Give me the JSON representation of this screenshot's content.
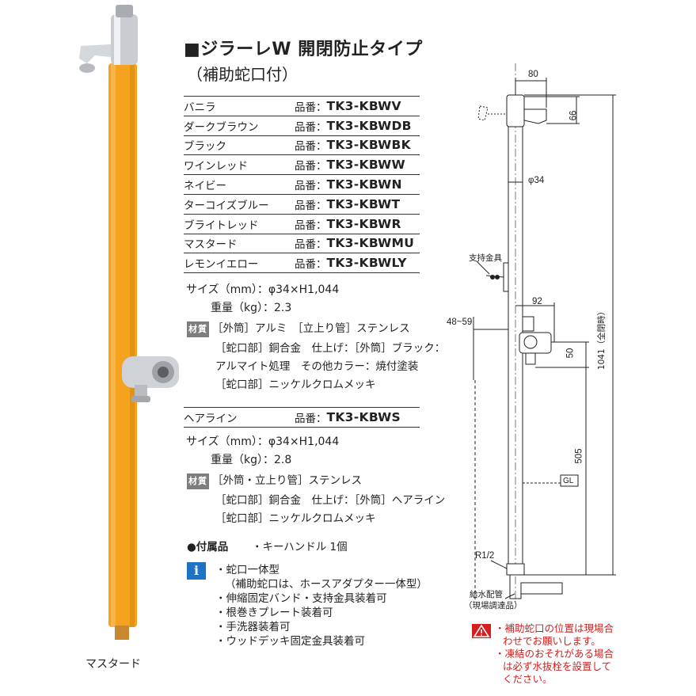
{
  "header": {
    "title": "■ジラーレW 開閉防止タイプ",
    "subtitle": "（補助蛇口付）"
  },
  "product_photo": {
    "caption": "マスタード",
    "pipe_color": "#f5a21e",
    "metal_color": "#c9ccd1"
  },
  "colors_table": {
    "code_label": "品番：",
    "rows": [
      {
        "name": "バニラ",
        "code": "TK3-KBWV"
      },
      {
        "name": "ダークブラウン",
        "code": "TK3-KBWDB"
      },
      {
        "name": "ブラック",
        "code": "TK3-KBWBK"
      },
      {
        "name": "ワインレッド",
        "code": "TK3-KBWW"
      },
      {
        "name": "ネイビー",
        "code": "TK3-KBWN"
      },
      {
        "name": "ターコイズブルー",
        "code": "TK3-KBWT"
      },
      {
        "name": "ブライトレッド",
        "code": "TK3-KBWR"
      },
      {
        "name": "マスタード",
        "code": "TK3-KBWMU"
      },
      {
        "name": "レモンイエロー",
        "code": "TK3-KBWLY"
      }
    ]
  },
  "spec1": {
    "size": "サイズ（mm）：φ34×H1,044",
    "weight": "重量（kg）：2.3",
    "material_badge": "材質",
    "material_lines": [
      "［外筒］アルミ　［立上り管］ステンレス",
      "［蛇口部］銅合金　仕上げ：［外筒］ブラック：",
      "アルマイト処理　その他カラー：焼付塗装",
      "［蛇口部］ニッケルクロムメッキ"
    ]
  },
  "hairline": {
    "name": "ヘアライン",
    "code_label": "品番：",
    "code": "TK3-KBWS"
  },
  "spec2": {
    "size": "サイズ（mm）：φ34×H1,044",
    "weight": "重量（kg）：2.8",
    "material_badge": "材質",
    "material_lines": [
      "［外筒・立上り管］ステンレス",
      "［蛇口部］銅合金　仕上げ：［外筒］ヘアライン",
      "［蛇口部］ニッケルクロムメッキ"
    ]
  },
  "accessory": {
    "label": "●付属品",
    "item": "・キーハンドル 1個"
  },
  "features": {
    "icon": "i",
    "lines": [
      "・蛇口一体型",
      "（補助蛇口は、ホースアダプター一体型）",
      "・伸縮固定バンド・支持金具装着可",
      "・根巻きプレート装着可",
      "・手洗器装着可",
      "・ウッドデッキ固定金具装着可"
    ]
  },
  "drawing": {
    "dim_80": "80",
    "dim_66": "66",
    "dim_phi34": "φ34",
    "support": "支持金具",
    "dim_48_59": "48~59",
    "dim_92": "92",
    "dim_50": "50",
    "dim_1041": "1041（全閉時）",
    "dim_505": "505",
    "gl": "GL",
    "r12": "R1/2",
    "supply_1": "給水配管",
    "supply_2": "（現場調達品）"
  },
  "warnings": {
    "lines": [
      "・補助蛇口の位置は現場合",
      "わせでお願いします。",
      "・凍結のおそれがある場合",
      "は必ず水抜栓を設置して",
      "ください。"
    ]
  }
}
